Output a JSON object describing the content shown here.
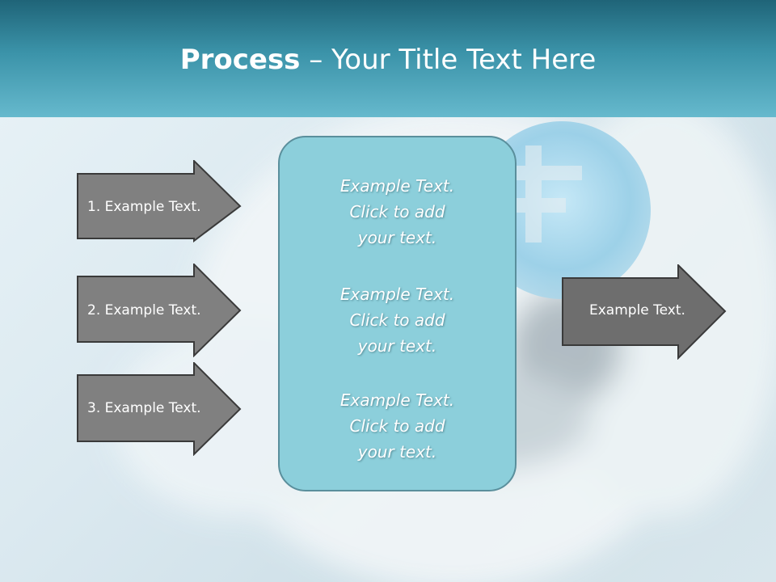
{
  "title": {
    "bold": "Process",
    "rest": " – Your Title Text Here"
  },
  "left_arrows": [
    {
      "label": "1. Example Text."
    },
    {
      "label": "2. Example Text."
    },
    {
      "label": "3. Example Text."
    }
  ],
  "center_blocks": [
    {
      "line1": "Example Text.",
      "line2": "Click  to add",
      "line3": "your text."
    },
    {
      "line1": "Example Text.",
      "line2": "Click  to add",
      "line3": "your text."
    },
    {
      "line1": "Example Text.",
      "line2": "Click  to add",
      "line3": "your text."
    }
  ],
  "right_arrow": {
    "label": "Example Text."
  },
  "colors": {
    "header_dark": "#1f6478",
    "header_light": "#66b9cd",
    "arrow_fill": "#808080",
    "arrow_stroke": "#3a3a3a",
    "box_fill": "#8ccfdb",
    "box_stroke": "#5a8f9c"
  }
}
